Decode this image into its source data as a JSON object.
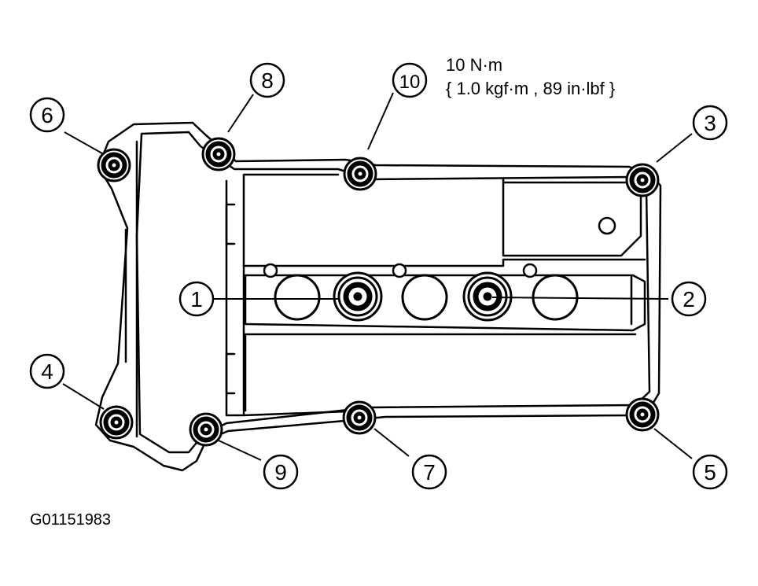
{
  "spec": {
    "torque_value": "10 N·m",
    "torque_alt": "{ 1.0 kgf·m , 89 in·lbf }"
  },
  "figure_id": "G01151983",
  "callouts": [
    "1",
    "2",
    "3",
    "4",
    "5",
    "6",
    "7",
    "8",
    "9",
    "10"
  ]
}
